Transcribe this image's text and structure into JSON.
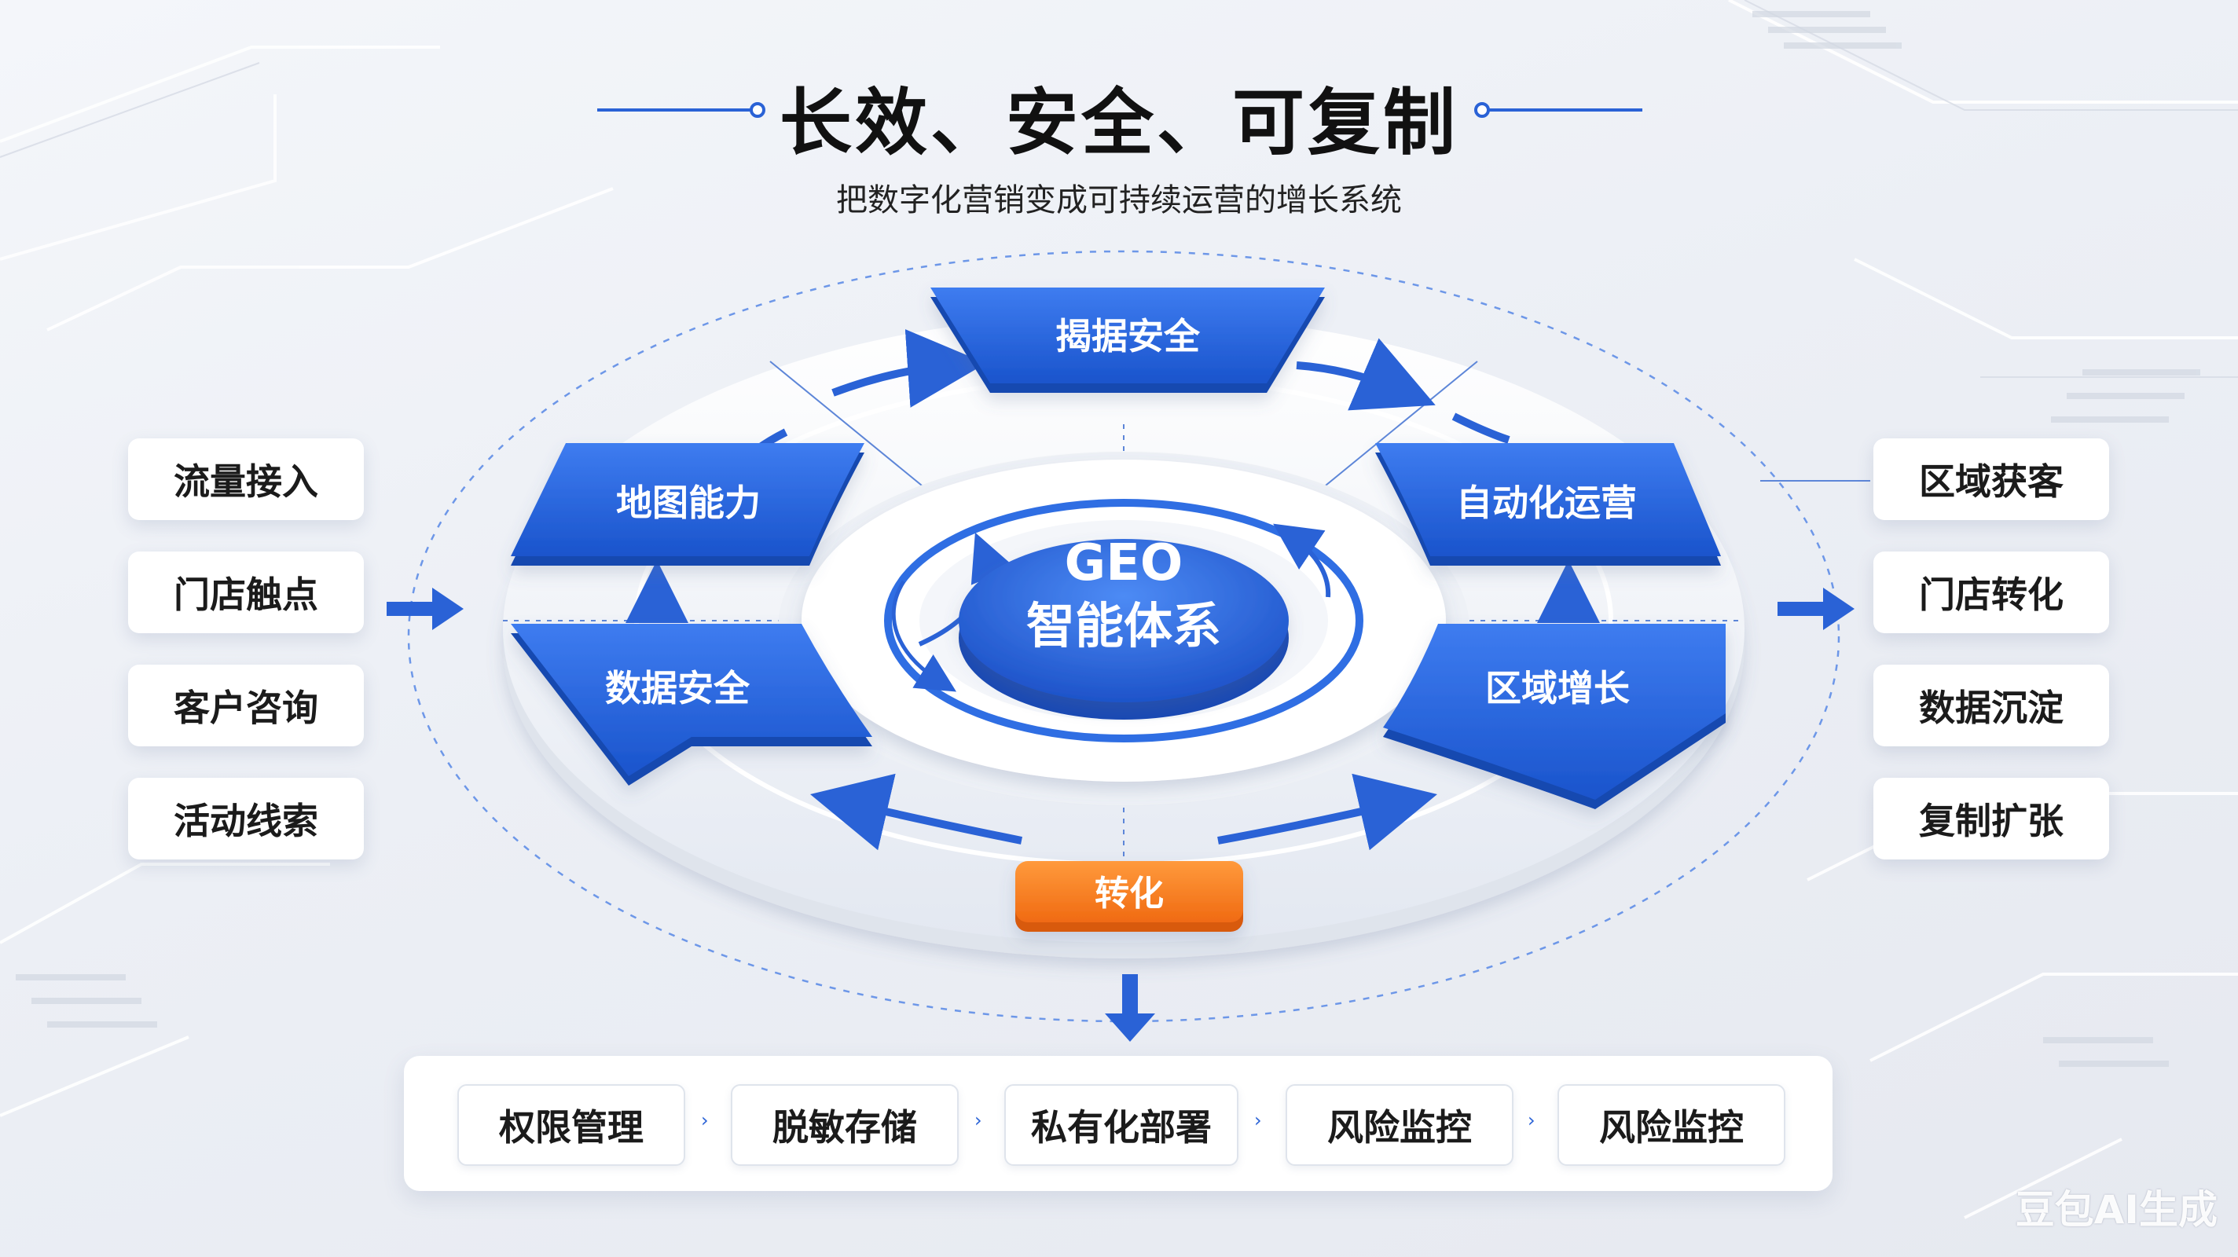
{
  "title": "长效、安全、可复制",
  "subtitle": "把数字化营销变成可持续运营的增长系统",
  "center": {
    "line1": "GEO",
    "line2": "智能体系"
  },
  "segments": {
    "top": "揭据安全",
    "left_upper": "地图能力",
    "left_lower": "数据安全",
    "right_upper": "自动化运营",
    "right_lower": "区域增长",
    "bottom": "转化"
  },
  "inputs": [
    "流量接入",
    "门店触点",
    "客户咨询",
    "活动线索"
  ],
  "outputs": [
    "区域获客",
    "门店转化",
    "数据沉淀",
    "复制扩张"
  ],
  "bottom_items": [
    "权限管理",
    "脱敏存储",
    "私有化部署",
    "风险监控",
    "风险监控"
  ],
  "watermark": "豆包AI生成",
  "colors": {
    "primary_blue": "#1f5fd8",
    "accent_orange": "#f47a1f",
    "line_blue": "#2a62d6"
  }
}
